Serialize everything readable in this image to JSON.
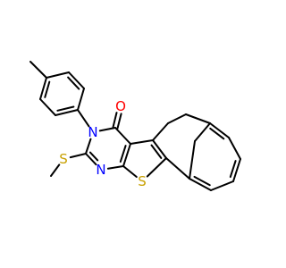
{
  "molecule": {
    "atoms": [
      {
        "id": "methyl_c",
        "symbol": "C",
        "label": ""
      },
      {
        "id": "tol1",
        "symbol": "C",
        "label": ""
      },
      {
        "id": "tol2",
        "symbol": "C",
        "label": ""
      },
      {
        "id": "tol3",
        "symbol": "C",
        "label": ""
      },
      {
        "id": "tol4",
        "symbol": "C",
        "label": ""
      },
      {
        "id": "tol5",
        "symbol": "C",
        "label": ""
      },
      {
        "id": "tol6",
        "symbol": "C",
        "label": ""
      },
      {
        "id": "n_amide",
        "symbol": "N",
        "label": "N",
        "color": "#0000FF"
      },
      {
        "id": "c_carbonyl",
        "symbol": "C",
        "label": ""
      },
      {
        "id": "o_carbonyl",
        "symbol": "O",
        "label": "O",
        "color": "#FF0000"
      },
      {
        "id": "c3a",
        "symbol": "C",
        "label": ""
      },
      {
        "id": "c9b",
        "symbol": "C",
        "label": ""
      },
      {
        "id": "s_thio",
        "symbol": "S",
        "label": "S",
        "color": "#C8A000"
      },
      {
        "id": "c_pyr",
        "symbol": "C",
        "label": ""
      },
      {
        "id": "n_pyr",
        "symbol": "N",
        "label": "N",
        "color": "#0000FF"
      },
      {
        "id": "c_sme",
        "symbol": "C",
        "label": ""
      },
      {
        "id": "s_me",
        "symbol": "S",
        "label": "S",
        "color": "#C8A000"
      },
      {
        "id": "sme_c",
        "symbol": "C",
        "label": ""
      },
      {
        "id": "c3b",
        "symbol": "C",
        "label": ""
      },
      {
        "id": "ch2_a",
        "symbol": "C",
        "label": ""
      },
      {
        "id": "ch2_b",
        "symbol": "C",
        "label": ""
      },
      {
        "id": "nap1",
        "symbol": "C",
        "label": ""
      },
      {
        "id": "nap2",
        "symbol": "C",
        "label": ""
      },
      {
        "id": "nap3",
        "symbol": "C",
        "label": ""
      },
      {
        "id": "nap4",
        "symbol": "C",
        "label": ""
      },
      {
        "id": "nap5",
        "symbol": "C",
        "label": ""
      },
      {
        "id": "nap6",
        "symbol": "C",
        "label": ""
      },
      {
        "id": "nap7",
        "symbol": "C",
        "label": ""
      }
    ],
    "bonds": [
      {
        "from": "methyl_c",
        "to": "tol1",
        "order": 1
      },
      {
        "from": "tol1",
        "to": "tol2",
        "order": 2
      },
      {
        "from": "tol2",
        "to": "tol3",
        "order": 1
      },
      {
        "from": "tol3",
        "to": "tol4",
        "order": 2
      },
      {
        "from": "tol4",
        "to": "tol5",
        "order": 1
      },
      {
        "from": "tol5",
        "to": "tol6",
        "order": 2
      },
      {
        "from": "tol6",
        "to": "tol1",
        "order": 1
      },
      {
        "from": "tol4",
        "to": "n_amide",
        "order": 1
      },
      {
        "from": "n_amide",
        "to": "c_carbonyl",
        "order": 1
      },
      {
        "from": "c_carbonyl",
        "to": "o_carbonyl",
        "order": 2
      },
      {
        "from": "c_carbonyl",
        "to": "c3a",
        "order": 1
      },
      {
        "from": "c3a",
        "to": "c_pyr",
        "order": 2
      },
      {
        "from": "c_pyr",
        "to": "n_pyr",
        "order": 1
      },
      {
        "from": "n_pyr",
        "to": "c_sme",
        "order": 2
      },
      {
        "from": "c_sme",
        "to": "n_amide",
        "order": 1
      },
      {
        "from": "c_sme",
        "to": "s_me",
        "order": 1
      },
      {
        "from": "s_me",
        "to": "sme_c",
        "order": 1
      },
      {
        "from": "c_pyr",
        "to": "s_thio",
        "order": 1
      },
      {
        "from": "s_thio",
        "to": "c9b",
        "order": 1
      },
      {
        "from": "c9b",
        "to": "c3b",
        "order": 2
      },
      {
        "from": "c3b",
        "to": "c3a",
        "order": 1
      },
      {
        "from": "c3b",
        "to": "ch2_a",
        "order": 1
      },
      {
        "from": "ch2_a",
        "to": "ch2_b",
        "order": 1
      },
      {
        "from": "ch2_b",
        "to": "nap1",
        "order": 1
      },
      {
        "from": "nap1",
        "to": "nap2",
        "order": 2
      },
      {
        "from": "nap2",
        "to": "nap3",
        "order": 1
      },
      {
        "from": "nap3",
        "to": "nap4",
        "order": 2
      },
      {
        "from": "nap4",
        "to": "nap5",
        "order": 1
      },
      {
        "from": "nap5",
        "to": "nap6",
        "order": 2
      },
      {
        "from": "nap6",
        "to": "nap7",
        "order": 1
      },
      {
        "from": "nap7",
        "to": "nap1",
        "order": 1
      },
      {
        "from": "nap6",
        "to": "c9b",
        "order": 1
      }
    ]
  }
}
